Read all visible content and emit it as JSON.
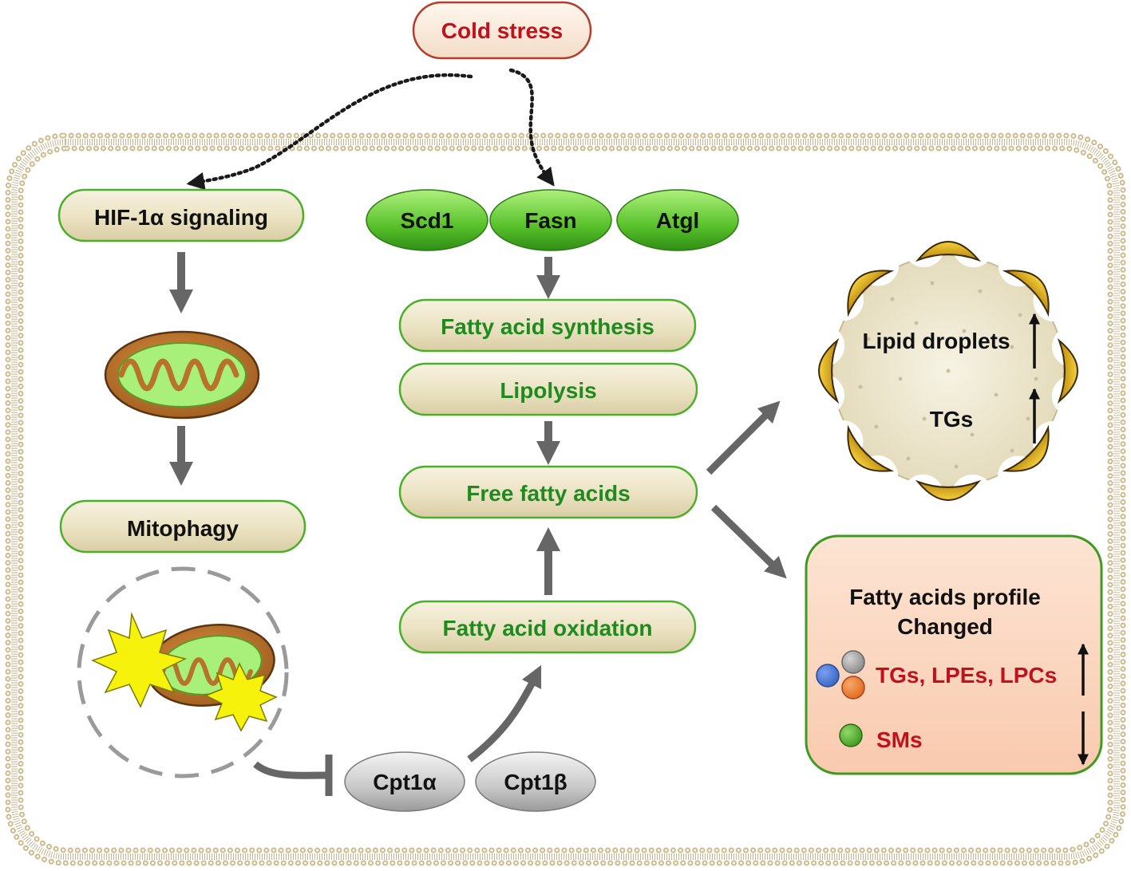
{
  "trigger": {
    "label": "Cold stress"
  },
  "left_pathway": {
    "signal_label": "HIF-1α signaling",
    "process_label": "Mitophagy"
  },
  "genes": {
    "scd1": "Scd1",
    "fasn": "Fasn",
    "atgl": "Atgl"
  },
  "center_pathway": {
    "synthesis_label": "Fatty acid synthesis",
    "lipolysis_label": "Lipolysis",
    "ffa_label": "Free fatty acids",
    "oxidation_label": "Fatty acid oxidation"
  },
  "cpt": {
    "cpt1a": "Cpt1α",
    "cpt1b": "Cpt1β"
  },
  "lipid_droplet": {
    "title": "Lipid droplets",
    "tg_label": "TGs",
    "title_trend": "up",
    "tg_trend": "up"
  },
  "profile_box": {
    "title_line1": "Fatty acids profile",
    "title_line2": "Changed",
    "increased_label": "TGs, LPEs, LPCs",
    "decreased_label": "SMs",
    "increased_trend": "up",
    "decreased_trend": "down"
  },
  "colors": {
    "trigger_text": "#c0111c",
    "process_text": "#1f8a1f",
    "box_border": "#4caf2a",
    "box_fill": "#ece4c6",
    "gene_fill": "#58c12a",
    "arrow_gray": "#666666",
    "membrane": "#c8b890",
    "mito_outer": "#b8732a",
    "mito_inner": "#a8f07a",
    "droplet_fill": "#efe9d2",
    "droplet_cap": "#e0ad1c",
    "profile_fill": "#fbd8c4",
    "lipid_red": "#c0111c",
    "dot_blue": "#3a66c4",
    "dot_gray": "#a0a0a0",
    "dot_orange": "#ee7a2c",
    "dot_green": "#58b030"
  }
}
